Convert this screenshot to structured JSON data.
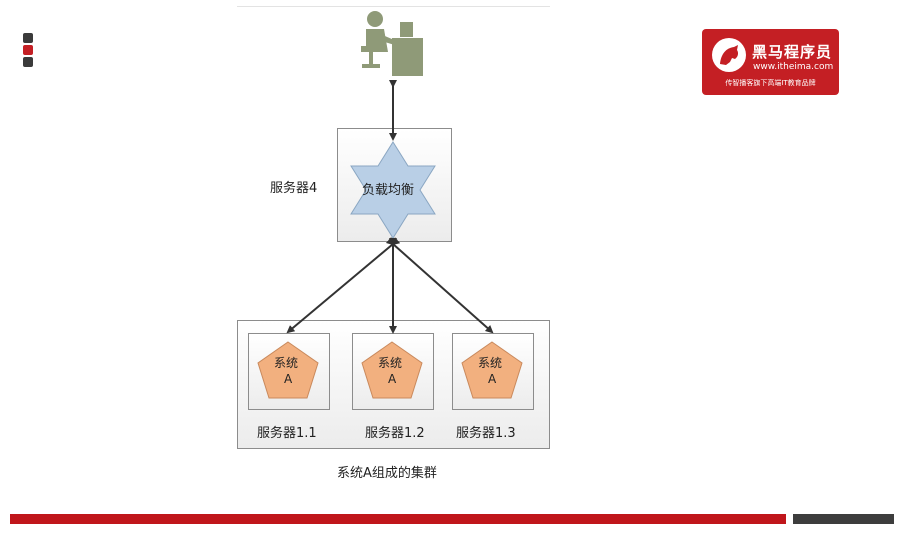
{
  "colors": {
    "brand_red": "#c41f24",
    "dot_dark": "#3b3b3b",
    "dot_red": "#c41f24",
    "star_fill": "#b9cfe6",
    "pentagon_fill": "#f2b07f",
    "person_color": "#8f9a78",
    "footer_red": "#c0161b",
    "footer_gray": "#3d3d3d"
  },
  "logo": {
    "brand": "黑马程序员",
    "url": "www.itheima.com",
    "slogan": "传智播客旗下高端IT教育品牌"
  },
  "diagram": {
    "user_icon": "user-at-computer-icon",
    "load_balancer": {
      "label": "负载均衡",
      "server_label": "服务器4"
    },
    "servers": [
      {
        "system_line1": "系统",
        "system_line2": "A",
        "label": "服务器1.1"
      },
      {
        "system_line1": "系统",
        "system_line2": "A",
        "label": "服务器1.2"
      },
      {
        "system_line1": "系统",
        "system_line2": "A",
        "label": "服务器1.3"
      }
    ],
    "cluster_caption": "系统A组成的集群"
  }
}
